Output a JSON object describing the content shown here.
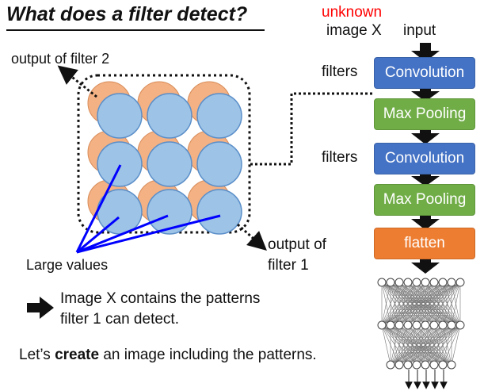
{
  "title": "What does a filter detect?",
  "labels": {
    "output_filter2": "output of filter 2",
    "large_values": "Large values",
    "output_filter1_line1": "output of",
    "output_filter1_line2": "filter 1",
    "unknown": "unknown",
    "image_x": "image X",
    "input": "input",
    "filters_1": "filters",
    "filters_2": "filters"
  },
  "pipeline": [
    {
      "label": "Convolution",
      "kind": "conv"
    },
    {
      "label": "Max Pooling",
      "kind": "pool"
    },
    {
      "label": "Convolution",
      "kind": "conv"
    },
    {
      "label": "Max Pooling",
      "kind": "pool"
    },
    {
      "label": "flatten",
      "kind": "flat"
    }
  ],
  "conclusion": {
    "line1": "Image X contains the patterns",
    "line2": "filter 1 can detect."
  },
  "bottom_text": {
    "pre": "Let’s ",
    "bold": "create",
    "post": " an image including the patterns."
  },
  "colors": {
    "conv": "#4472C4",
    "pool": "#70AD47",
    "flat": "#ED7D31",
    "unknown": "#FF0000",
    "filter1_circle": "#9DC3E6",
    "filter2_circle": "#F4B183",
    "pointer_line": "#0000FF"
  }
}
